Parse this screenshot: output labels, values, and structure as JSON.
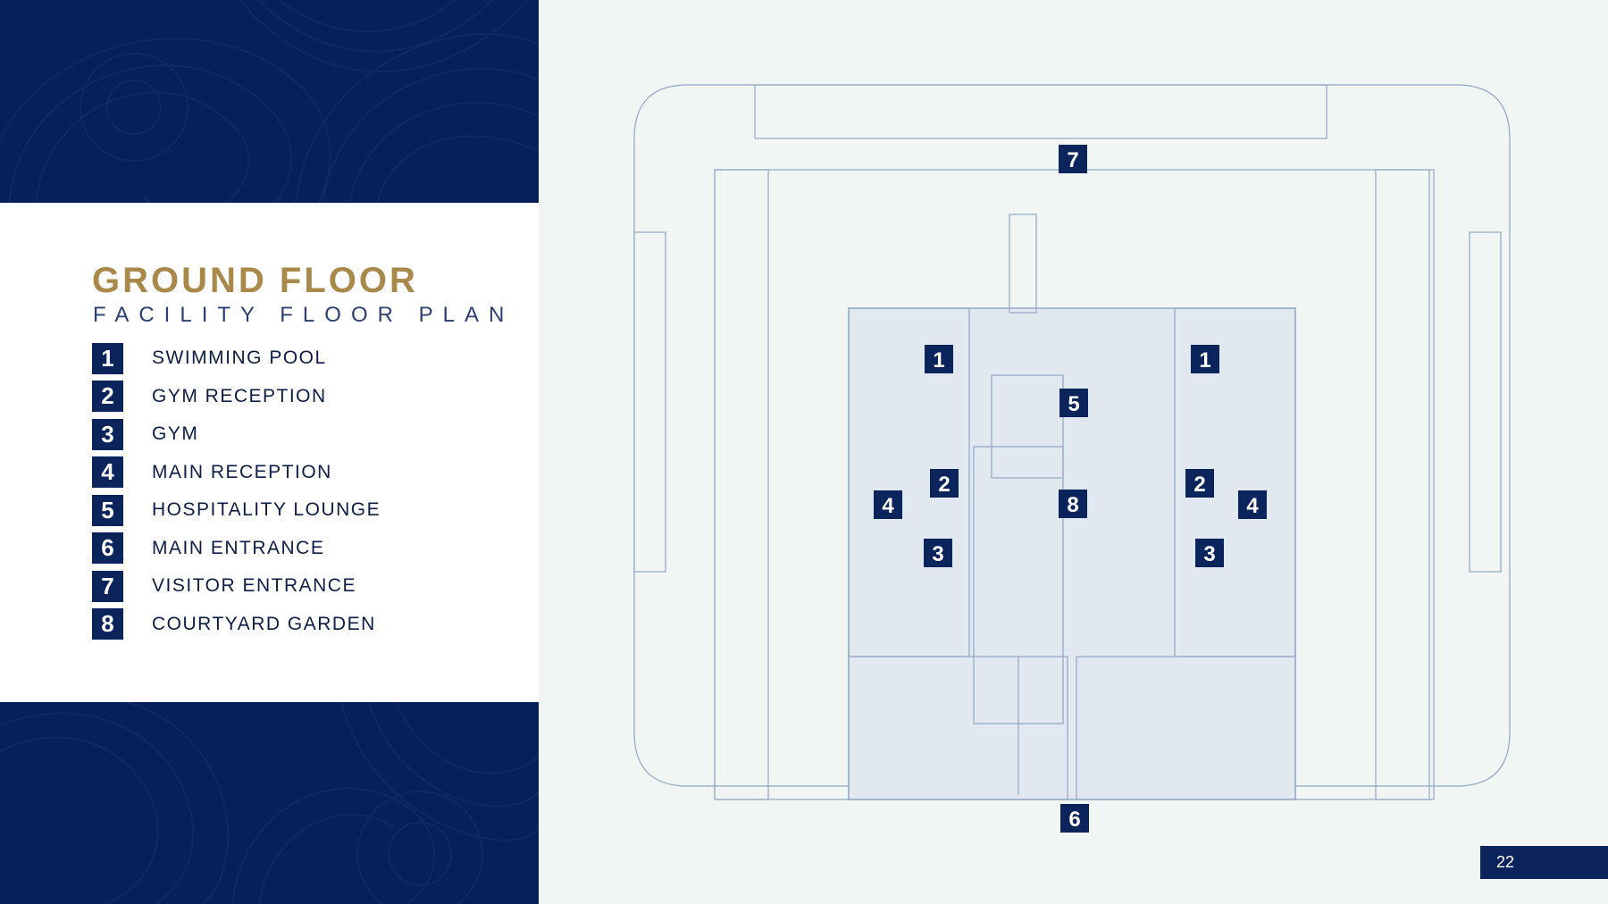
{
  "title": "GROUND FLOOR",
  "subtitle": "FACILITY FLOOR PLAN",
  "legend": [
    {
      "num": "1",
      "label": "SWIMMING POOL"
    },
    {
      "num": "2",
      "label": "GYM RECEPTION"
    },
    {
      "num": "3",
      "label": "GYM"
    },
    {
      "num": "4",
      "label": "MAIN RECEPTION"
    },
    {
      "num": "5",
      "label": "HOSPITALITY LOUNGE"
    },
    {
      "num": "6",
      "label": "MAIN ENTRANCE"
    },
    {
      "num": "7",
      "label": "VISITOR ENTRANCE"
    },
    {
      "num": "8",
      "label": "COURTYARD GARDEN"
    }
  ],
  "plan_markers": [
    "1",
    "1",
    "2",
    "2",
    "3",
    "3",
    "4",
    "4",
    "5",
    "6",
    "7",
    "8"
  ],
  "page_number": "22",
  "colors": {
    "navy": "#05205a",
    "badge": "#0b245c",
    "gold": "#a9894a",
    "paper": "#f1f5f3",
    "plan_line": "#8fa6c4"
  }
}
